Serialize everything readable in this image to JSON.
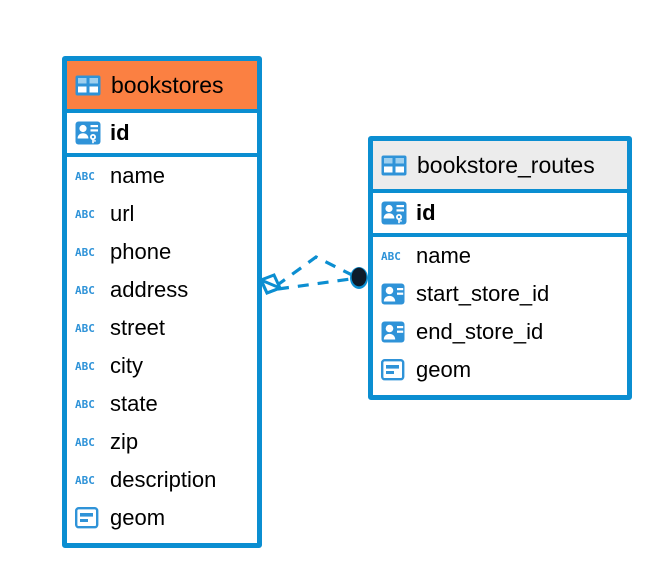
{
  "diagram": {
    "type": "entity-relationship-diagram",
    "background_color": "#ffffff",
    "accent_color": "#0b8ed1",
    "selected_header_color": "#fb8042",
    "unselected_header_color": "#ececec",
    "relationship": {
      "name": "bookstores-to-bookstore-routes",
      "line_style": "dashed",
      "line_color": "#0b8ed1",
      "source_endpoint": "diamond",
      "target_endpoint": "filled-circle",
      "target_endpoint_color": "#0d1b2a"
    }
  },
  "entities": [
    {
      "name": "bookstores",
      "title": "bookstores",
      "selected": true,
      "header_icon": "table-icon",
      "fields": [
        {
          "name": "id",
          "label": "id",
          "icon": "primary-key-icon",
          "bold": true
        },
        {
          "name": "name",
          "label": "name",
          "icon": "text-abc-icon",
          "bold": false
        },
        {
          "name": "url",
          "label": "url",
          "icon": "text-abc-icon",
          "bold": false
        },
        {
          "name": "phone",
          "label": "phone",
          "icon": "text-abc-icon",
          "bold": false
        },
        {
          "name": "address",
          "label": "address",
          "icon": "text-abc-icon",
          "bold": false
        },
        {
          "name": "street",
          "label": "street",
          "icon": "text-abc-icon",
          "bold": false
        },
        {
          "name": "city",
          "label": "city",
          "icon": "text-abc-icon",
          "bold": false
        },
        {
          "name": "state",
          "label": "state",
          "icon": "text-abc-icon",
          "bold": false
        },
        {
          "name": "zip",
          "label": "zip",
          "icon": "text-abc-icon",
          "bold": false
        },
        {
          "name": "description",
          "label": "description",
          "icon": "text-abc-icon",
          "bold": false
        },
        {
          "name": "geom",
          "label": "geom",
          "icon": "geometry-icon",
          "bold": false
        }
      ]
    },
    {
      "name": "bookstore_routes",
      "title": "bookstore_routes",
      "selected": false,
      "header_icon": "table-icon",
      "fields": [
        {
          "name": "id",
          "label": "id",
          "icon": "primary-key-icon",
          "bold": true
        },
        {
          "name": "name",
          "label": "name",
          "icon": "text-abc-icon",
          "bold": false
        },
        {
          "name": "start_store_id",
          "label": "start_store_id",
          "icon": "foreign-key-icon",
          "bold": false
        },
        {
          "name": "end_store_id",
          "label": "end_store_id",
          "icon": "foreign-key-icon",
          "bold": false
        },
        {
          "name": "geom",
          "label": "geom",
          "icon": "geometry-icon",
          "bold": false
        }
      ]
    }
  ]
}
